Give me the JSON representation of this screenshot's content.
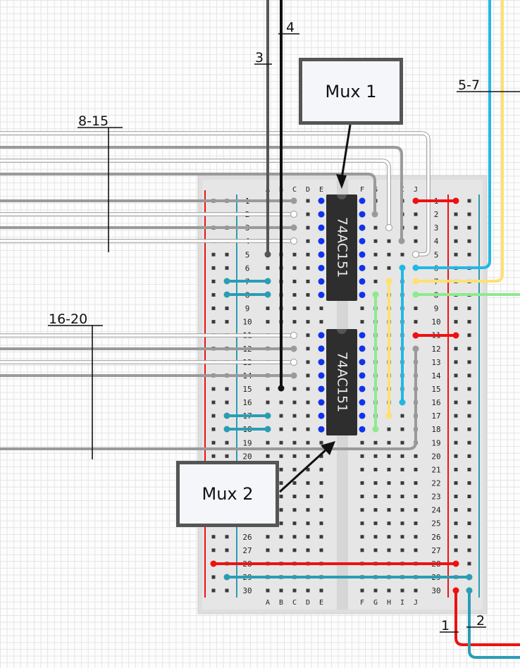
{
  "callouts": {
    "mux1": "Mux 1",
    "mux2": "Mux 2"
  },
  "chips": {
    "upper": "74AC151",
    "lower": "74AC151"
  },
  "labels": {
    "l1": "1",
    "l2": "2",
    "l3": "3",
    "l4": "4",
    "l57": "5-7",
    "l815": "8-15",
    "l1620": "16-20"
  },
  "columns": [
    "A",
    "B",
    "C",
    "D",
    "E",
    "F",
    "G",
    "H",
    "I",
    "J"
  ],
  "rows": [
    1,
    2,
    3,
    4,
    5,
    6,
    7,
    8,
    9,
    10,
    11,
    12,
    13,
    14,
    15,
    16,
    17,
    18,
    19,
    20,
    21,
    22,
    23,
    24,
    25,
    26,
    27,
    28,
    29,
    30
  ],
  "colors": {
    "wire_white": "#ffffff",
    "wire_gray": "#9a9a9a",
    "wire_black": "#111111",
    "wire_red": "#ee1111",
    "wire_teal": "#2a9db5",
    "wire_cyan": "#22b8e6",
    "wire_yellow": "#ffe070",
    "wire_green": "#8eea8e",
    "pin_blue": "#1133ee",
    "chip_body": "#2e2e2e",
    "board": "#e2e2e2"
  }
}
